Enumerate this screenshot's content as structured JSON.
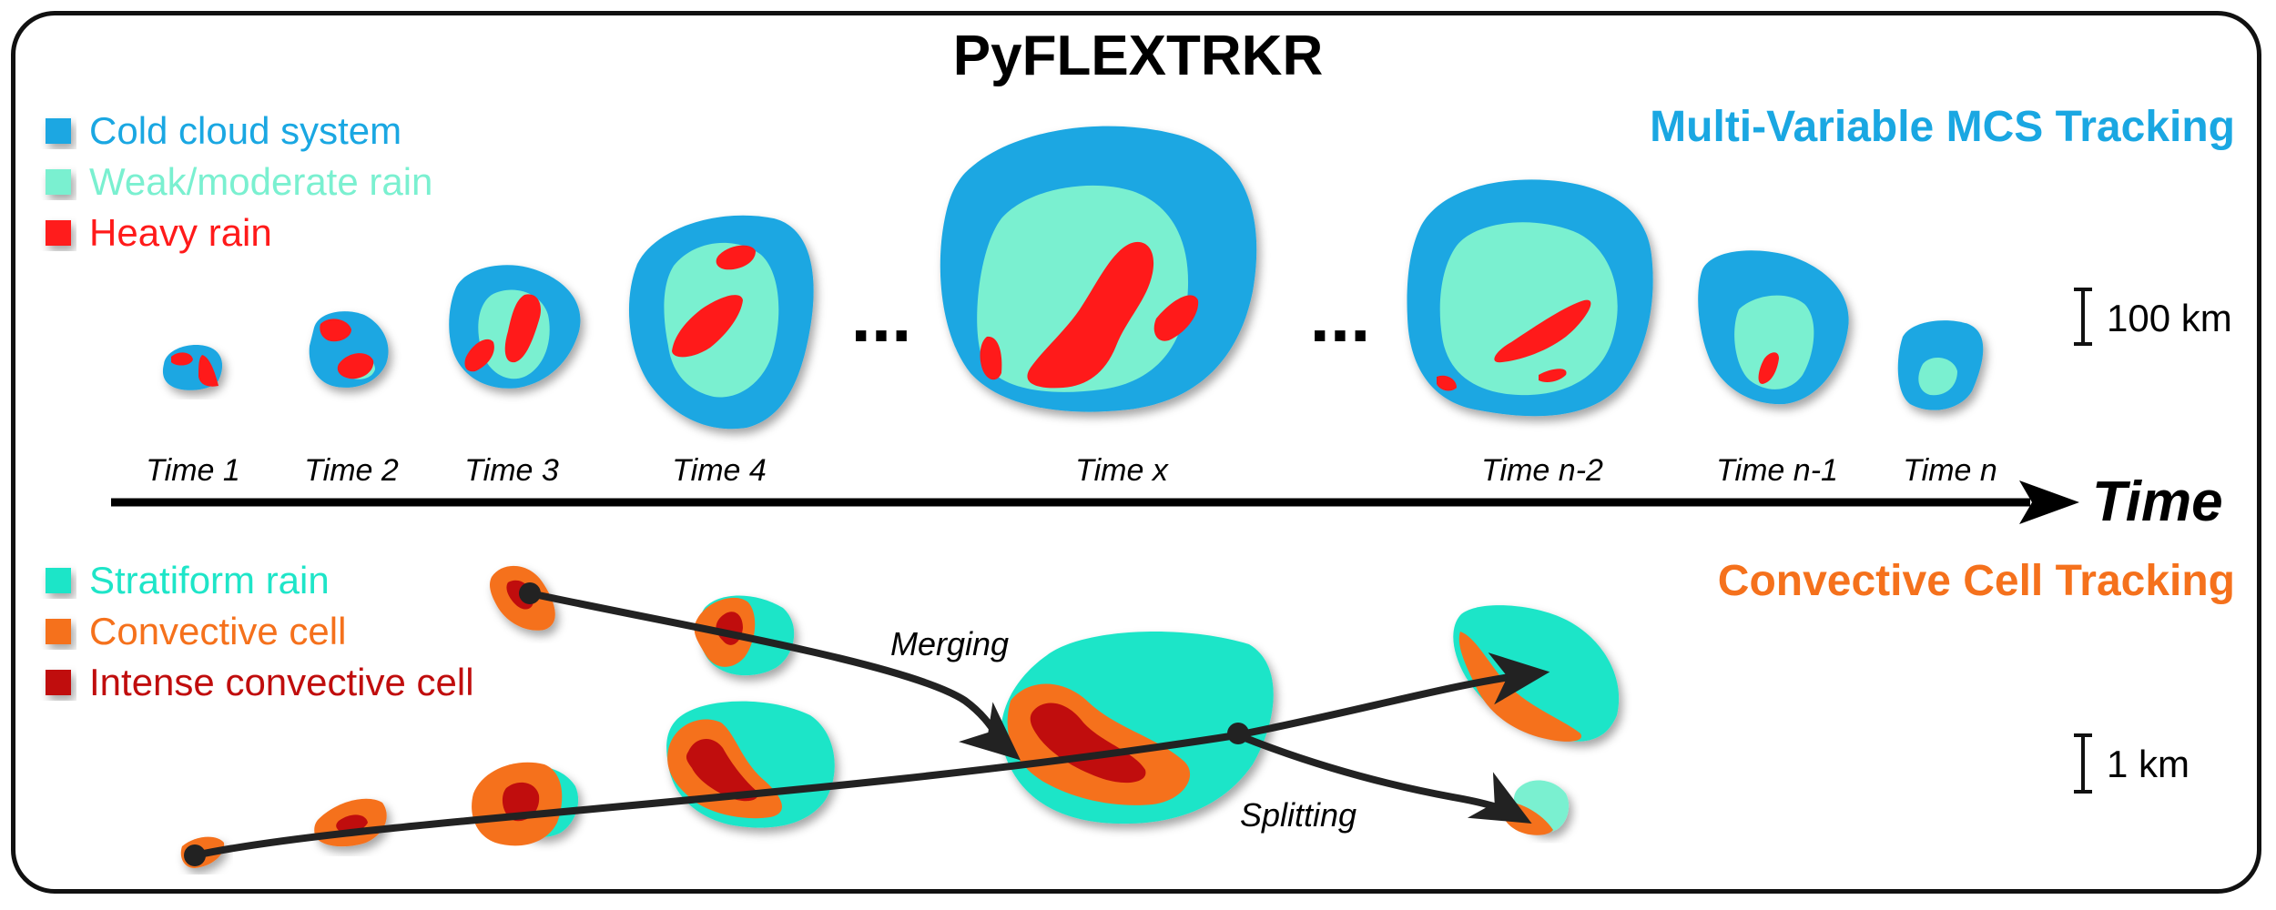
{
  "title": "PyFLEXTRKR",
  "colors": {
    "cold_cloud": "#1aa7e2",
    "weak_rain": "#7af0d0",
    "heavy_rain": "#ff1a1a",
    "stratiform": "#1ee5c8",
    "convective": "#f5711c",
    "intense": "#c00d0d",
    "mcs_title": "#1aa7e2",
    "cell_title": "#f5711c"
  },
  "mcs": {
    "heading": "Multi-Variable MCS Tracking",
    "legend": [
      {
        "label": "Cold cloud system",
        "color": "#1aa7e2",
        "icon": "square-swatch"
      },
      {
        "label": "Weak/moderate rain",
        "color": "#7af0d0",
        "icon": "square-swatch"
      },
      {
        "label": "Heavy rain",
        "color": "#ff1a1a",
        "icon": "square-swatch"
      }
    ],
    "scale": "100 km",
    "ellipsis": "..."
  },
  "timeline": {
    "labels": [
      "Time 1",
      "Time 2",
      "Time 3",
      "Time 4",
      "Time x",
      "Time n-2",
      "Time n-1",
      "Time n"
    ],
    "axis_label": "Time"
  },
  "cells": {
    "heading": "Convective Cell Tracking",
    "legend": [
      {
        "label": "Stratiform rain",
        "color": "#1ee5c8",
        "icon": "square-swatch"
      },
      {
        "label": "Convective cell",
        "color": "#f5711c",
        "icon": "square-swatch"
      },
      {
        "label": "Intense convective cell",
        "color": "#c00d0d",
        "icon": "square-swatch"
      }
    ],
    "merging": "Merging",
    "splitting": "Splitting",
    "scale": "1 km"
  }
}
